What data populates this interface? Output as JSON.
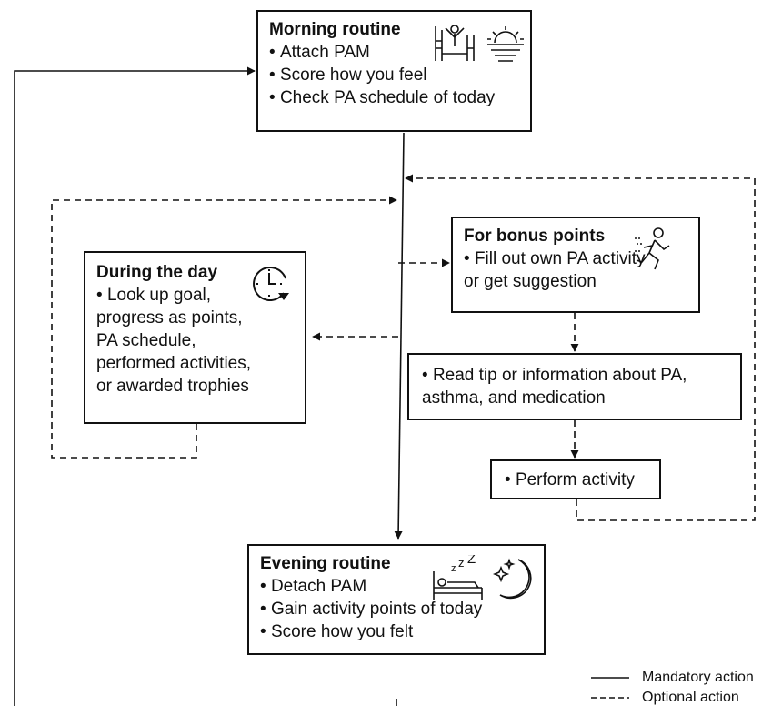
{
  "morning": {
    "title": "Morning routine",
    "items": [
      "Attach PAM",
      "Score how you feel",
      "Check PA schedule of today"
    ]
  },
  "during_day": {
    "title": "During the day",
    "items": [
      "Look up goal, progress as points, PA schedule, performed activities, or awarded trophies"
    ]
  },
  "bonus": {
    "title": "For bonus points",
    "items": [
      "Fill out own PA activity or get suggestion"
    ]
  },
  "tip": {
    "items": [
      "Read tip or information about PA,  asthma, and medication"
    ]
  },
  "perform": {
    "items": [
      "Perform activity"
    ]
  },
  "evening": {
    "title": "Evening routine",
    "items": [
      "Detach PAM",
      "Gain activity points of today",
      "Score how you felt"
    ]
  },
  "legend": {
    "mandatory": "Mandatory action",
    "optional": "Optional action"
  },
  "icons": {
    "morning": [
      "person-waking-in-bed-icon",
      "sunrise-icon"
    ],
    "during_day": "clock-icon",
    "bonus": "running-person-icon",
    "evening": [
      "person-sleeping-in-bed-icon",
      "moon-and-stars-icon"
    ]
  }
}
